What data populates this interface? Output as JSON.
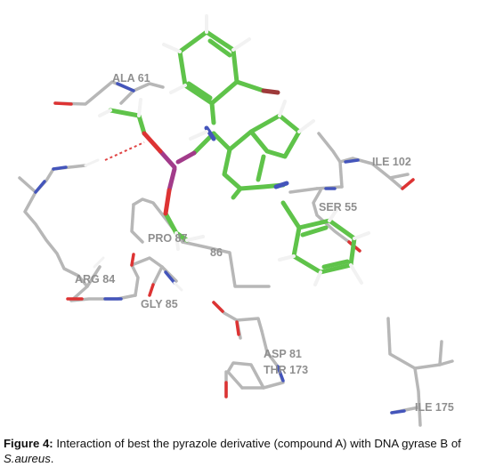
{
  "figure": {
    "residue_labels": {
      "ala61": "ALA 61",
      "ile102": "ILE 102",
      "ser55": "SER 55",
      "pro": "PRO 87",
      "res86": "86",
      "arg84": "ARG 84",
      "gly85": "GLY 85",
      "asp81": "ASP 81",
      "thr173": "THR 173",
      "ile175": "ILE 175"
    },
    "colors": {
      "ligand_carbon": "#5fc34a",
      "protein_carbon": "#b7b7b7",
      "nitrogen": "#4455bb",
      "oxygen": "#dd3333",
      "phosphorus": "#a23b8a",
      "bromine": "#9e3a3a",
      "hydrogen": "#f2f2f2",
      "hbond": "#e04545"
    }
  },
  "caption": {
    "lead": "Figure 4:",
    "text": " Interaction of best the pyrazole derivative (compound A) with DNA gyrase B of ",
    "organism": "S.aureus",
    "end": "."
  }
}
